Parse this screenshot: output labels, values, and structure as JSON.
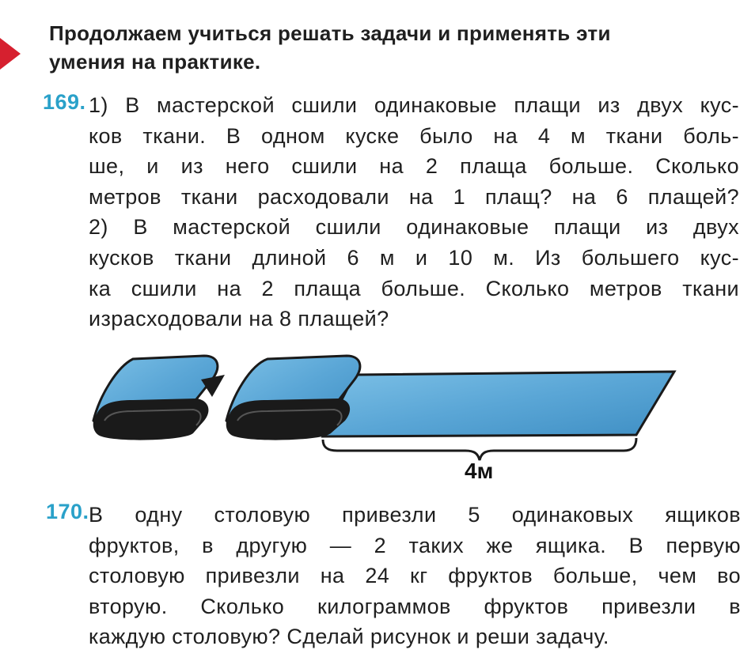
{
  "intro": {
    "lines": [
      "Продолжаем учиться решать задачи и применять эти",
      "умения на практике."
    ]
  },
  "task169": {
    "number": "169.",
    "lines": [
      "1) В мастерской сшили одинаковые плащи из двух кус-",
      "ков ткани. В одном куске было на 4 м ткани боль-",
      "ше, и из него сшили на 2 плаща больше. Сколько",
      "метров ткани расходовали на 1 плащ? на 6 плащей?",
      "2) В мастерской сшили одинаковые плащи из двух",
      "кусков ткани длиной 6 м и 10 м. Из большего кус-",
      "ка сшили на 2 плаща больше. Сколько метров ткани",
      "израсходовали на 8 плащей?"
    ]
  },
  "figure": {
    "label": "4м",
    "fabric_color": "#5aa6d6",
    "roll_color": "#1a1a1a"
  },
  "task170": {
    "number": "170.",
    "lines": [
      "В одну столовую привезли 5 одинаковых ящиков",
      "фруктов, в другую — 2 таких же ящика. В первую",
      "столовую привезли на 24 кг фруктов больше, чем во",
      "вторую. Сколько килограммов фруктов привезли в",
      "каждую столовую? Сделай рисунок и реши задачу."
    ]
  },
  "colors": {
    "accent_red": "#d6202f",
    "number_blue": "#2aa1c9"
  }
}
